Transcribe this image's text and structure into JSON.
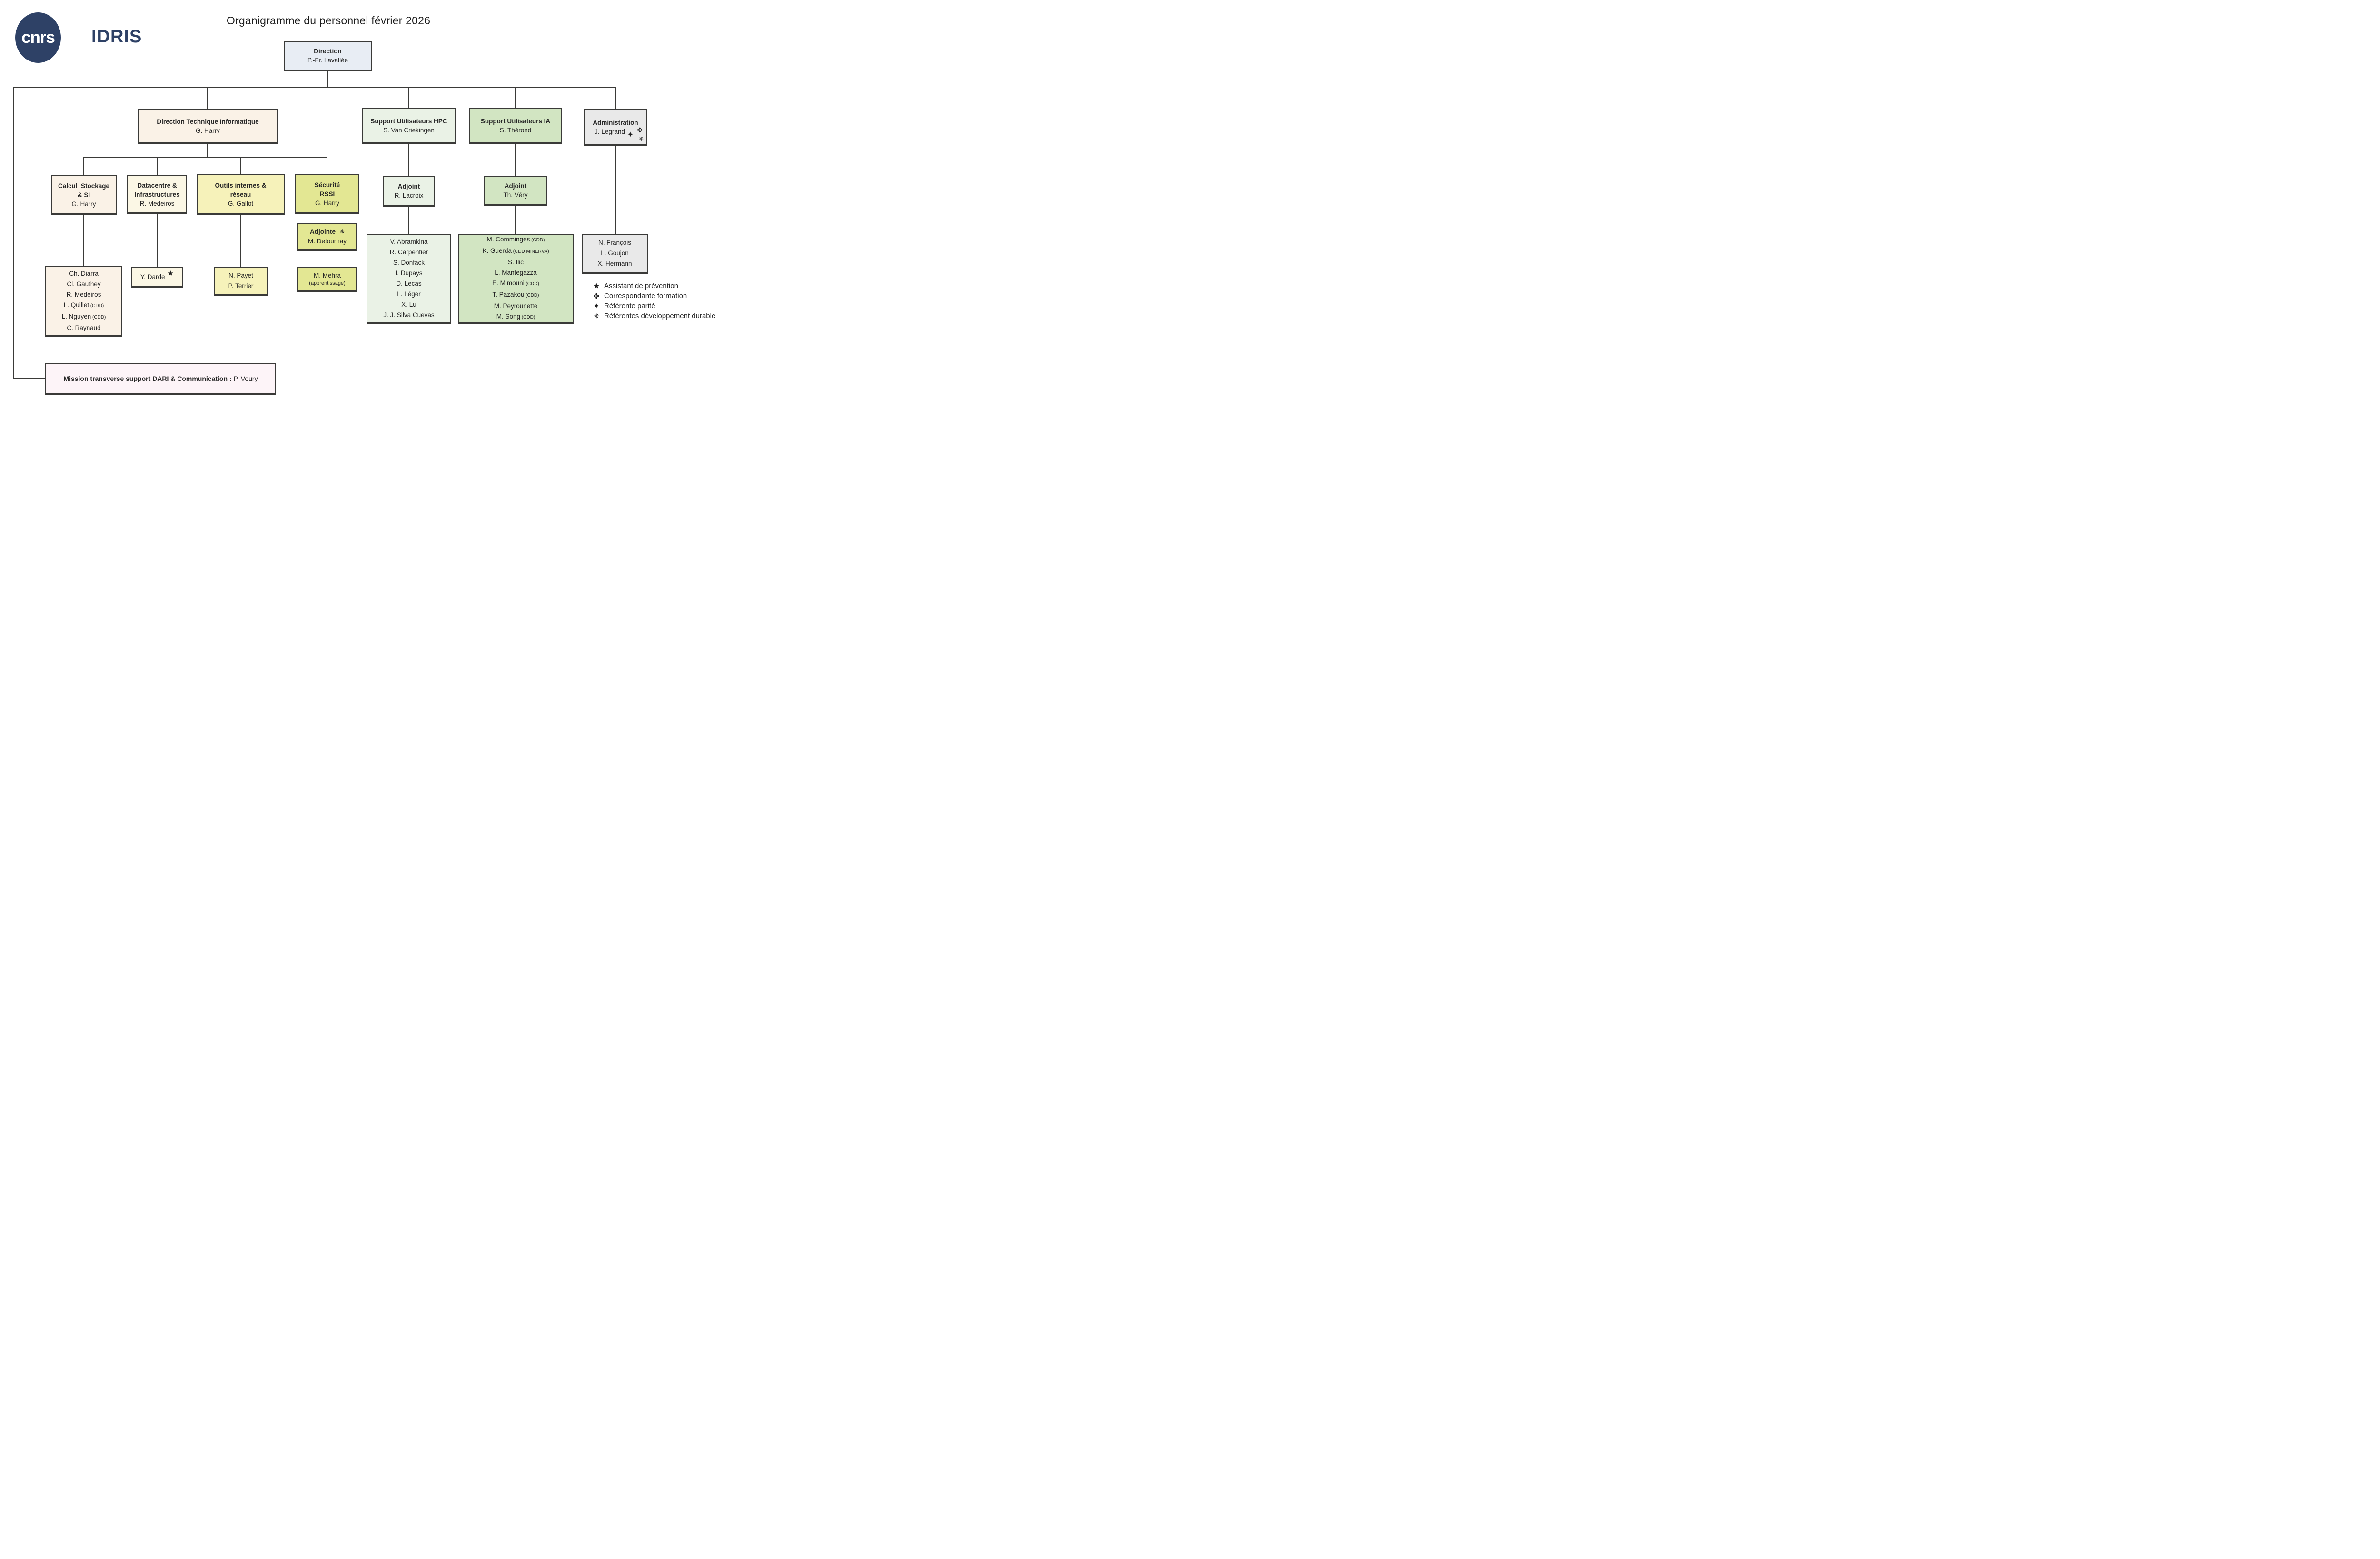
{
  "title": "Organigramme du personnel février 2026",
  "logo": {
    "cnrs": "cnrs",
    "idris": "IDRIS"
  },
  "colors": {
    "navy": "#2e4166",
    "line": "#3a3a38",
    "direction": "#e8edf4",
    "cream": "#faf2e7",
    "ivory": "#fbf7e5",
    "yellow": "#f6f2ba",
    "yellowgreen": "#e3e793",
    "hpc": "#eaf2e6",
    "ia": "#d2e5c2",
    "grey": "#e9e9e9",
    "mission": "#fdf4f8"
  },
  "nodes": {
    "direction": {
      "title": "Direction",
      "name": "P.-Fr. Lavallée"
    },
    "dti": {
      "title": "Direction Technique Informatique",
      "name": "G. Harry"
    },
    "hpc": {
      "title": "Support Utilisateurs HPC",
      "name": "S. Van Criekingen"
    },
    "ia": {
      "title": "Support Utilisateurs IA",
      "name": "S. Thérond"
    },
    "admin": {
      "title": "Administration",
      "name": "J. Legrand",
      "symbols": [
        "✤",
        "✦",
        "❋"
      ]
    },
    "calcul": {
      "title": [
        "Calcul  Stockage",
        "& SI"
      ],
      "name": "G. Harry"
    },
    "datacentre": {
      "title": [
        "Datacentre &",
        "Infrastructures"
      ],
      "name": "R. Medeiros"
    },
    "outils": {
      "title": [
        "Outils internes &",
        "réseau"
      ],
      "name": "G. Gallot"
    },
    "securite": {
      "title": [
        "Sécurité",
        "RSSI"
      ],
      "name": "G. Harry"
    },
    "adjoint_hpc": {
      "title": "Adjoint",
      "name": "R. Lacroix"
    },
    "adjoint_ia": {
      "title": "Adjoint",
      "name": "Th. Véry"
    },
    "adjointe": {
      "title": "Adjointe",
      "symbol": "❋",
      "name": "M. Detournay"
    },
    "mehra": {
      "name": "M. Mehra",
      "note": "(apprentissage)"
    },
    "darde": {
      "name": "Y. Darde",
      "symbol": "★"
    }
  },
  "teams": {
    "calcul_members": [
      {
        "text": "Ch. Diarra"
      },
      {
        "text": "Cl. Gauthey"
      },
      {
        "text": "R. Medeiros"
      },
      {
        "text": "L. Quillet",
        "note": "(CDD)"
      },
      {
        "text": "L. Nguyen",
        "note": "(CDD)"
      },
      {
        "text": "C. Raynaud"
      }
    ],
    "payet_members": [
      {
        "text": "N. Payet"
      },
      {
        "text": "P. Terrier"
      }
    ],
    "hpc_members": [
      {
        "text": "V. Abramkina"
      },
      {
        "text": "R. Carpentier"
      },
      {
        "text": "S. Donfack"
      },
      {
        "text": "I. Dupays"
      },
      {
        "text": "D. Lecas"
      },
      {
        "text": "L. Léger"
      },
      {
        "text": "X. Lu"
      },
      {
        "text": "J. J. Silva Cuevas"
      }
    ],
    "ia_members": [
      {
        "text": "M. Comminges",
        "note": "(CDD)"
      },
      {
        "text": "K. Guerda",
        "note": "(CDD MINERVA)"
      },
      {
        "text": "S. Ilic"
      },
      {
        "text": "L. Mantegazza"
      },
      {
        "text": "E. Mimouni",
        "note": "(CDD)"
      },
      {
        "text": "T. Pazakou",
        "note": "(CDD)"
      },
      {
        "text": "M. Peyrounette"
      },
      {
        "text": "M. Song",
        "note": "(CDD)"
      }
    ],
    "admin_members": [
      {
        "text": "N. François"
      },
      {
        "text": "L. Goujon"
      },
      {
        "text": "X. Hermann"
      }
    ]
  },
  "mission": {
    "label": "Mission transverse support DARI & Communication :",
    "name": "P. Voury"
  },
  "legend": [
    {
      "symbol": "★",
      "label": "Assistant de prévention"
    },
    {
      "symbol": "✤",
      "label": "Correspondante formation"
    },
    {
      "symbol": "✦",
      "label": "Référente parité"
    },
    {
      "symbol": "❋",
      "label": "Référentes développement durable"
    }
  ]
}
